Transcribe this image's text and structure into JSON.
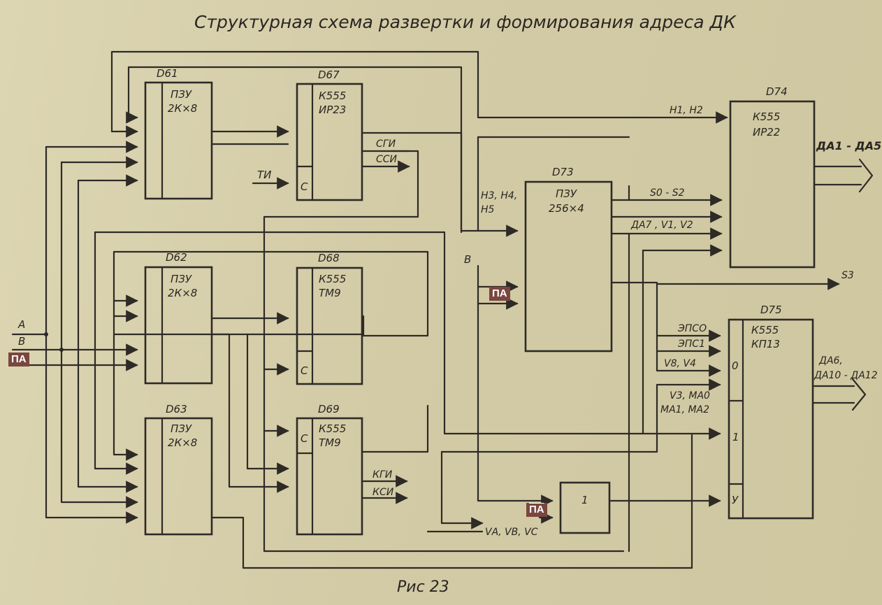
{
  "title": "Структурная схема развертки и формирования адреса ДК",
  "caption": "Рис 23",
  "blocks": {
    "d61": {
      "ref": "D61",
      "l1": "ПЗУ",
      "l2": "2К×8"
    },
    "d62": {
      "ref": "D62",
      "l1": "ПЗУ",
      "l2": "2К×8"
    },
    "d63": {
      "ref": "D63",
      "l1": "ПЗУ",
      "l2": "2К×8"
    },
    "d67": {
      "ref": "D67",
      "l1": "К555",
      "l2": "ИР23",
      "c": "С"
    },
    "d68": {
      "ref": "D68",
      "l1": "К555",
      "l2": "ТМ9",
      "c": "С"
    },
    "d69": {
      "ref": "D69",
      "l1": "К555",
      "l2": "ТМ9",
      "c": "С"
    },
    "d73": {
      "ref": "D73",
      "l1": "ПЗУ",
      "l2": "256×4"
    },
    "d74": {
      "ref": "D74",
      "l1": "К555",
      "l2": "ИР22"
    },
    "d75": {
      "ref": "D75",
      "l1": "К555",
      "l2": "КП13",
      "p0": "0",
      "p1": "1",
      "py": "У"
    },
    "or": {
      "label": "1"
    }
  },
  "inputs": {
    "a": "А",
    "b": "В",
    "b2": "В",
    "ti": "ТИ"
  },
  "badges": {
    "pa_left": "ПА",
    "pa_mid": "ПА",
    "pa_inv": "ПА"
  },
  "signals": {
    "sgi": "СГИ",
    "ssi": "ССИ",
    "kgi": "КГИ",
    "ksi": "КСИ",
    "h12": "Н1, Н2",
    "h345a": "Н3, Н4,",
    "h345b": "Н5",
    "s02": "S0 - S2",
    "da7": "ДА7 , V1, V2",
    "s3": "S3",
    "epso": "ЭПСО",
    "eps1": "ЭПС1",
    "v8v4": "V8, V4",
    "v3ma0": "V3, МА0",
    "ma1ma2": "МА1, МА2",
    "vavbvc": "VА, VВ, VС",
    "da15": "ДА1 - ДА5",
    "da6a": "ДА6,",
    "da6b": "ДА10 - ДА12"
  }
}
